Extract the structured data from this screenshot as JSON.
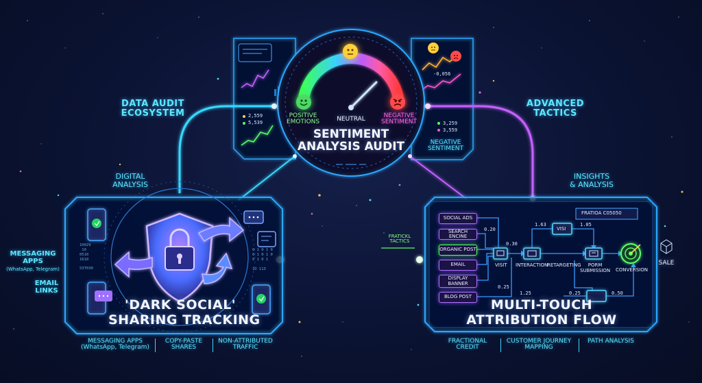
{
  "sentiment": {
    "title_line1": "SENTIMENT",
    "title_line2": "ANALYSIS AUDIT",
    "positive_label": "POSITIVE\nEMOTIONS",
    "neutral_label": "NEUTRAL",
    "negative_label": "NEGATIVE\nSENTIMENT"
  },
  "left_panel_readouts": [
    "2,559",
    "5,539"
  ],
  "right_panel_readouts": [
    "-0,056",
    "3,259",
    "3,559"
  ],
  "right_panel_label": "NEGATIVE\nSENTIMENT",
  "side_labels": {
    "data_audit": "DATA AUDIT\nECOSYSTEM",
    "advanced": "ADVANCED\nTACTICS",
    "digital": "DIGITAL\nANALYSIS",
    "insights": "INSIGHTS\n& ANALYSIS",
    "messaging": "MESSAGING\nAPPS",
    "messaging_sub": "(WhatsApp, Telegram)",
    "email_links": "EMAIL\nLINKS",
    "sale": "SALE",
    "fraction_tactics": "FRATICKL\nTACTICS",
    "fraction_header": "FRATIOA C05050"
  },
  "dark_social": {
    "title_line1": "'DARK SOCIAL'",
    "title_line2": "SHARING TRACKING",
    "captions": [
      "MESSAGING APPS\n(WhatsApp, Telegram)",
      "COPY-PASTE\nSHARES",
      "NON-ATTRIBUTED\nTRAFFIC"
    ],
    "code_left": "10029\n 10\n0510\n1610\n\n53T030",
    "code_right": "0 1 0 1 0\n0 1 0 1 0\n0 1 0 1\n\n1O 113"
  },
  "attribution": {
    "title_line1": "MULTI-TOUCH",
    "title_line2": "ATTRIBUTION FLOW",
    "captions": [
      "FRACTIONAL\nCREDIT",
      "CUSTOMER JOURNEY\nMAPPING",
      "PATH ANALYSIS"
    ],
    "sources": [
      "SOCIAL ADS",
      "SEARCH ENCINE",
      "ORGANIC POST",
      "EMAIL",
      "DISPLAY\nBANNER",
      "BLOG POST"
    ],
    "steps": [
      "VISIT",
      "INTERACTION",
      "RETARGETING",
      "PORM\nSUBMISSION",
      "CONVERSION"
    ],
    "top_node": "VISI",
    "values": [
      "0.20",
      "0.30",
      "1.63",
      "1.05",
      "0.25",
      "1.25",
      "0.25",
      "0.50"
    ]
  },
  "colors": {
    "cyan": "#39d8ff",
    "magenta": "#c561ff",
    "green": "#5cff6a",
    "blue": "#2fa7ff"
  }
}
